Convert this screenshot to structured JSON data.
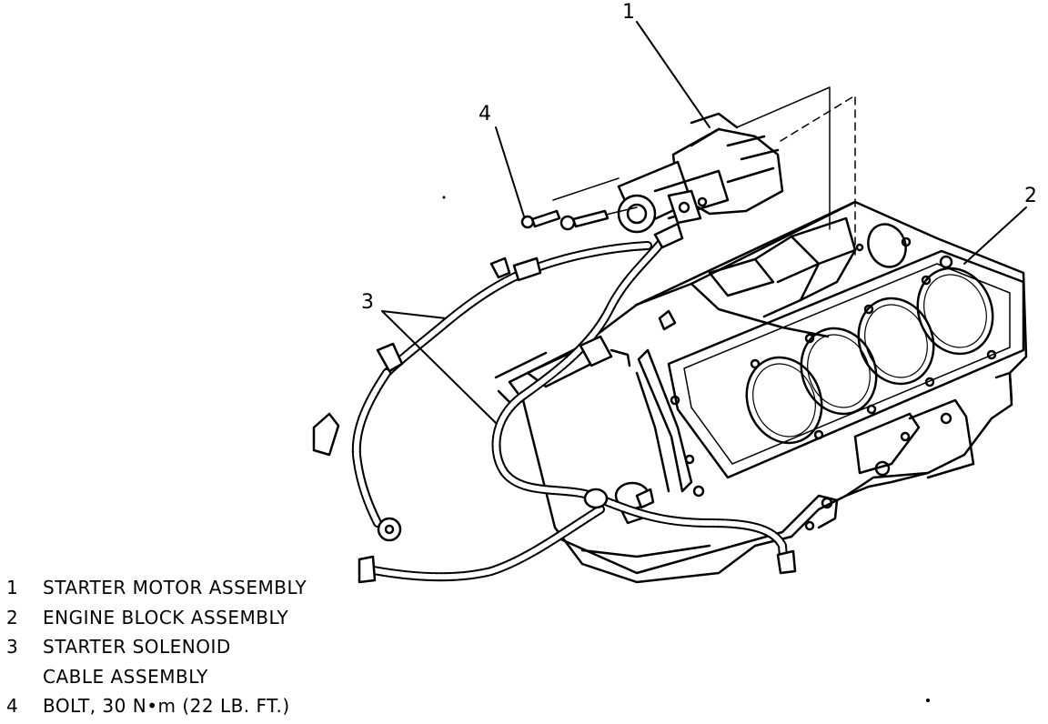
{
  "callouts": {
    "c1": "1",
    "c2": "2",
    "c3": "3",
    "c4": "4"
  },
  "legend": [
    {
      "num": "1",
      "lines": [
        "STARTER MOTOR ASSEMBLY"
      ]
    },
    {
      "num": "2",
      "lines": [
        "ENGINE BLOCK ASSEMBLY"
      ]
    },
    {
      "num": "3",
      "lines": [
        "STARTER SOLENOID",
        "CABLE ASSEMBLY"
      ]
    },
    {
      "num": "4",
      "lines": [
        "BOLT, 30 N•m (22 LB. FT.)"
      ]
    }
  ],
  "colors": {
    "ink": "#000000",
    "paper": "#ffffff"
  }
}
